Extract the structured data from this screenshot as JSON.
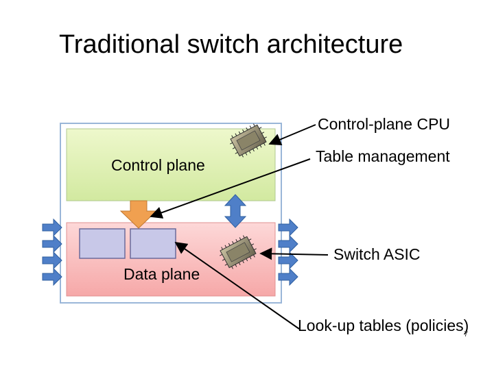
{
  "slide": {
    "title": "Traditional switch architecture",
    "page_number": "7"
  },
  "diagram": {
    "control_plane_label": "Control plane",
    "data_plane_label": "Data plane",
    "callouts": {
      "control_cpu": "Control-plane CPU",
      "table_management": "Table management",
      "switch_asic": "Switch ASIC",
      "lookup_tables": "Look-up tables (policies)"
    }
  },
  "colors": {
    "control_plane_fill": "#dcefb0",
    "data_plane_fill": "#f8b8b8",
    "port_arrow": "#4f7fc8",
    "down_arrow": "#f0a050",
    "table_fill": "#c8c8e8"
  },
  "icons": {
    "chip": "chip-icon",
    "port": "port-arrow-icon"
  }
}
